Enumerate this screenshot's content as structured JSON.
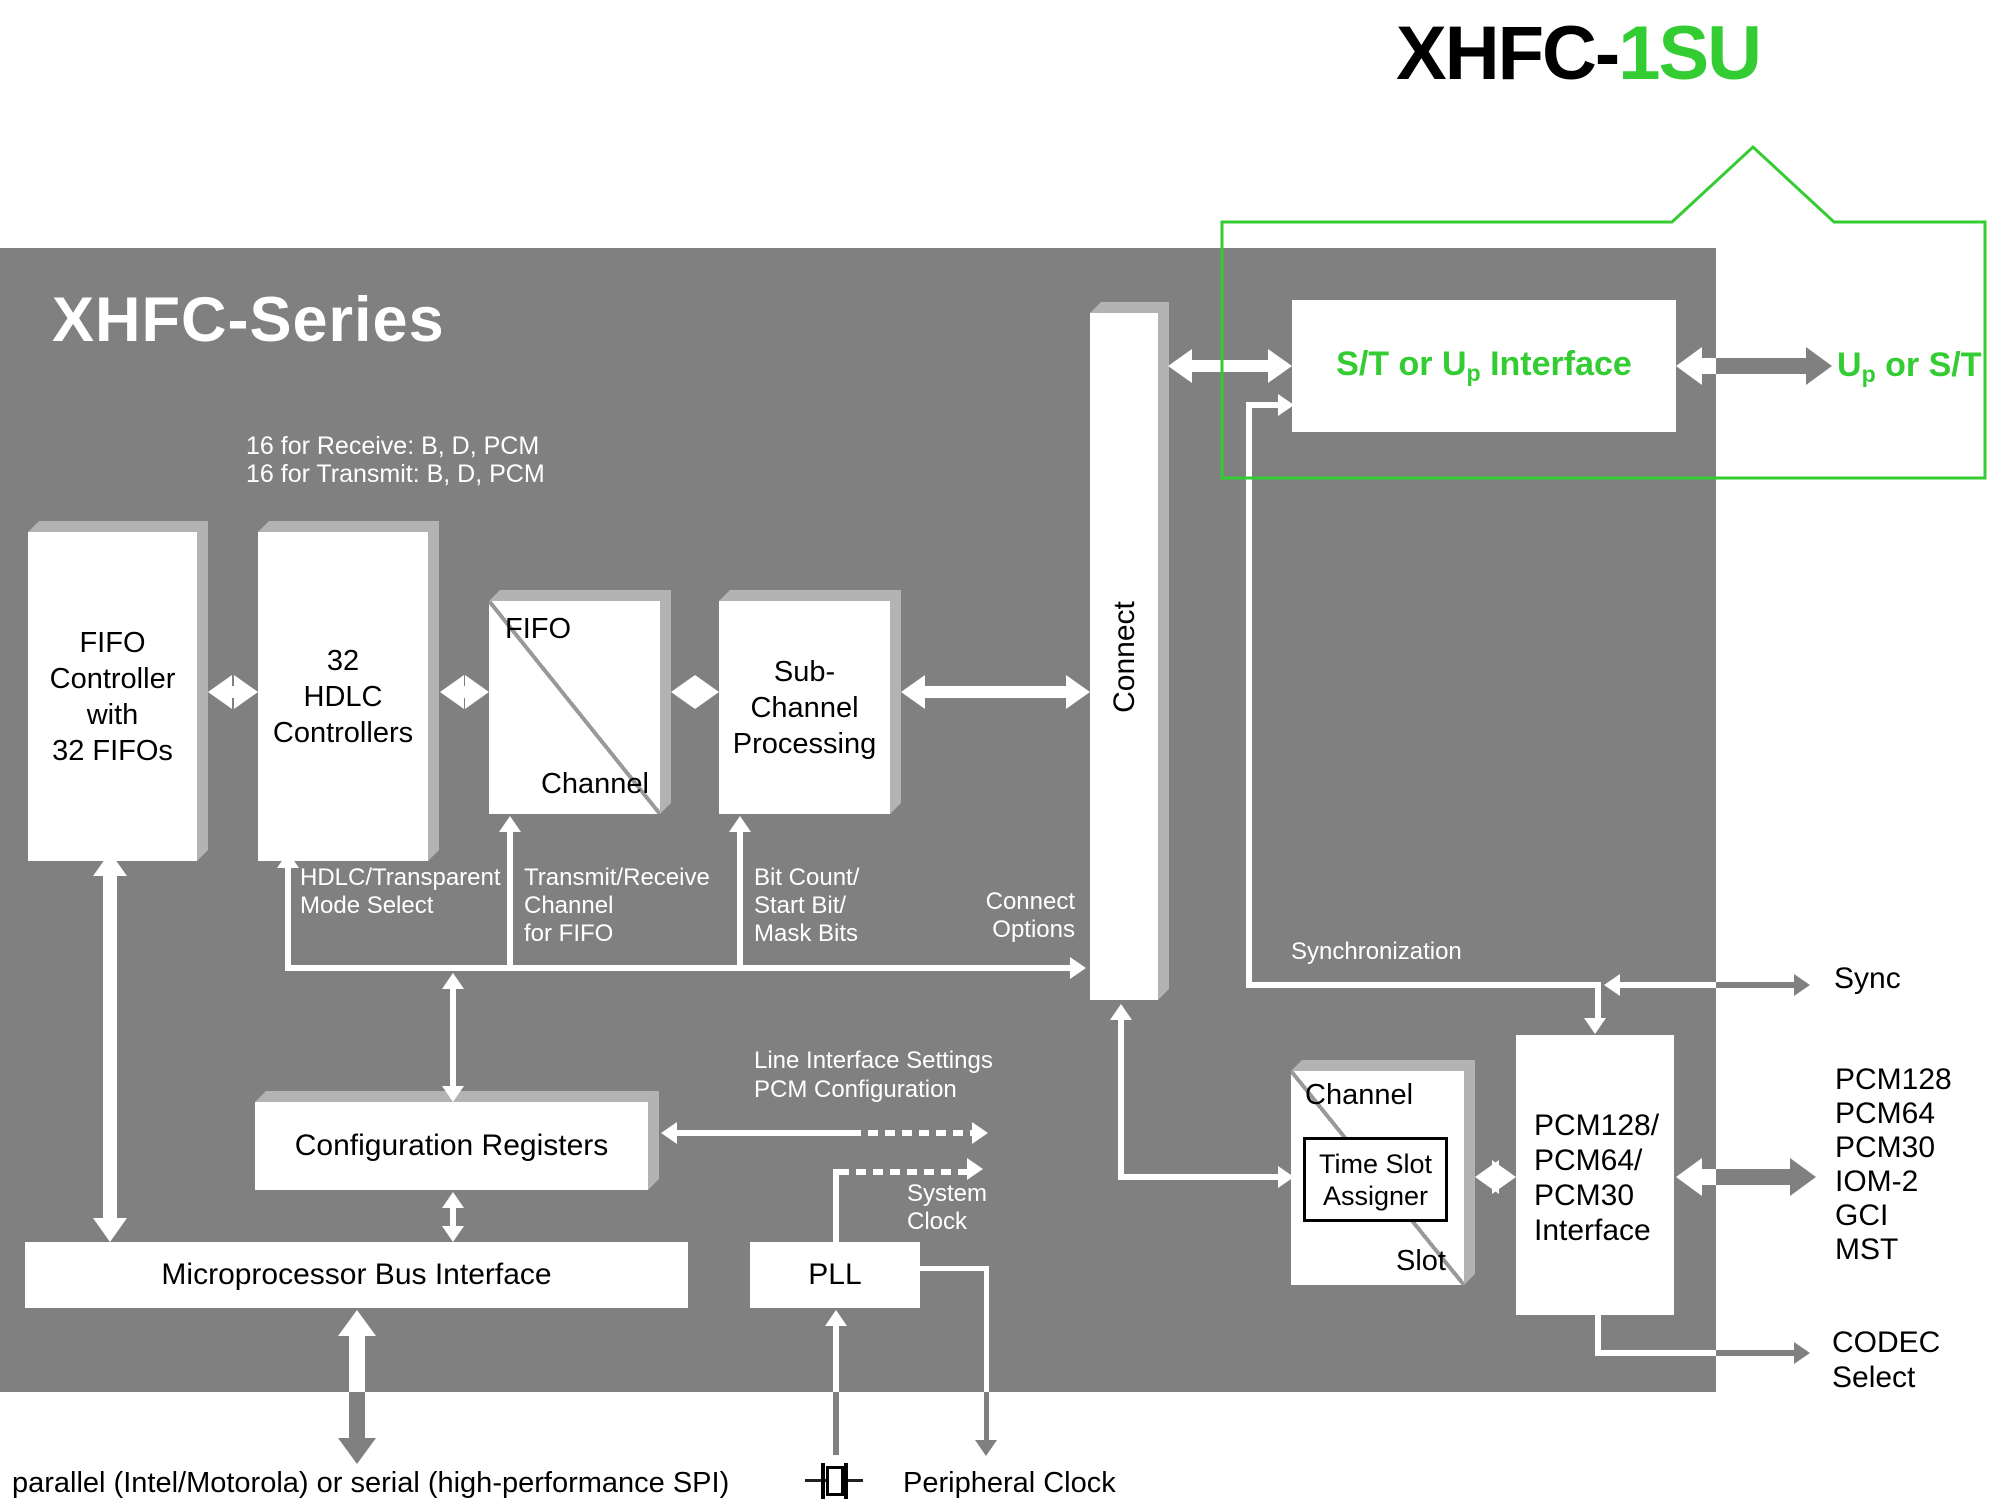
{
  "title": {
    "black": "XHFC-",
    "green": "1SU"
  },
  "chip": {
    "name": "XHFC-Series"
  },
  "notes": {
    "fifo_16": "16 for Receive: B, D, PCM\n16 for Transmit: B, D, PCM"
  },
  "blocks": {
    "fifo_controller": "FIFO\nController\nwith\n32 FIFOs",
    "hdlc": "32\nHDLC\nControllers",
    "fifo_label": "FIFO",
    "channel_label": "Channel",
    "subchannel": "Sub-\nChannel\nProcessing",
    "connect": "Connect",
    "config_registers": "Configuration Registers",
    "mbi": "Microprocessor Bus Interface",
    "pll": "PLL",
    "tsa": "Time Slot\nAssigner",
    "channel2": "Channel",
    "slot": "Slot",
    "pcm_interface": "PCM128/\nPCM64/\nPCM30\nInterface",
    "st_interface": {
      "prefix": "S/T or U",
      "sub": "p",
      "suffix": " Interface"
    }
  },
  "signals": {
    "mode_select": "HDLC/Transparent\nMode Select",
    "tx_rx_channel": "Transmit/Receive\nChannel\nfor FIFO",
    "bit_count": "Bit Count/\nStart Bit/\nMask Bits",
    "connect_options": "Connect\nOptions",
    "synchronization": "Synchronization",
    "sync": "Sync",
    "line_if": "Line Interface Settings\nPCM Configuration",
    "system_clock": "System\nClock",
    "peripheral_clock": "Peripheral Clock",
    "parallel": "parallel (Intel/Motorola) or serial (high-performance SPI)",
    "pcm_modes": "PCM128\nPCM64\nPCM30\nIOM-2\nGCI\nMST",
    "codec_select": "CODEC\nSelect",
    "up_or_st": {
      "prefix": "U",
      "sub": "p",
      "suffix": " or S/T"
    }
  },
  "colors": {
    "gray": "#808080",
    "light_gray": "#b3b3b3",
    "green": "#33cc33",
    "white": "#ffffff",
    "black": "#000000"
  }
}
